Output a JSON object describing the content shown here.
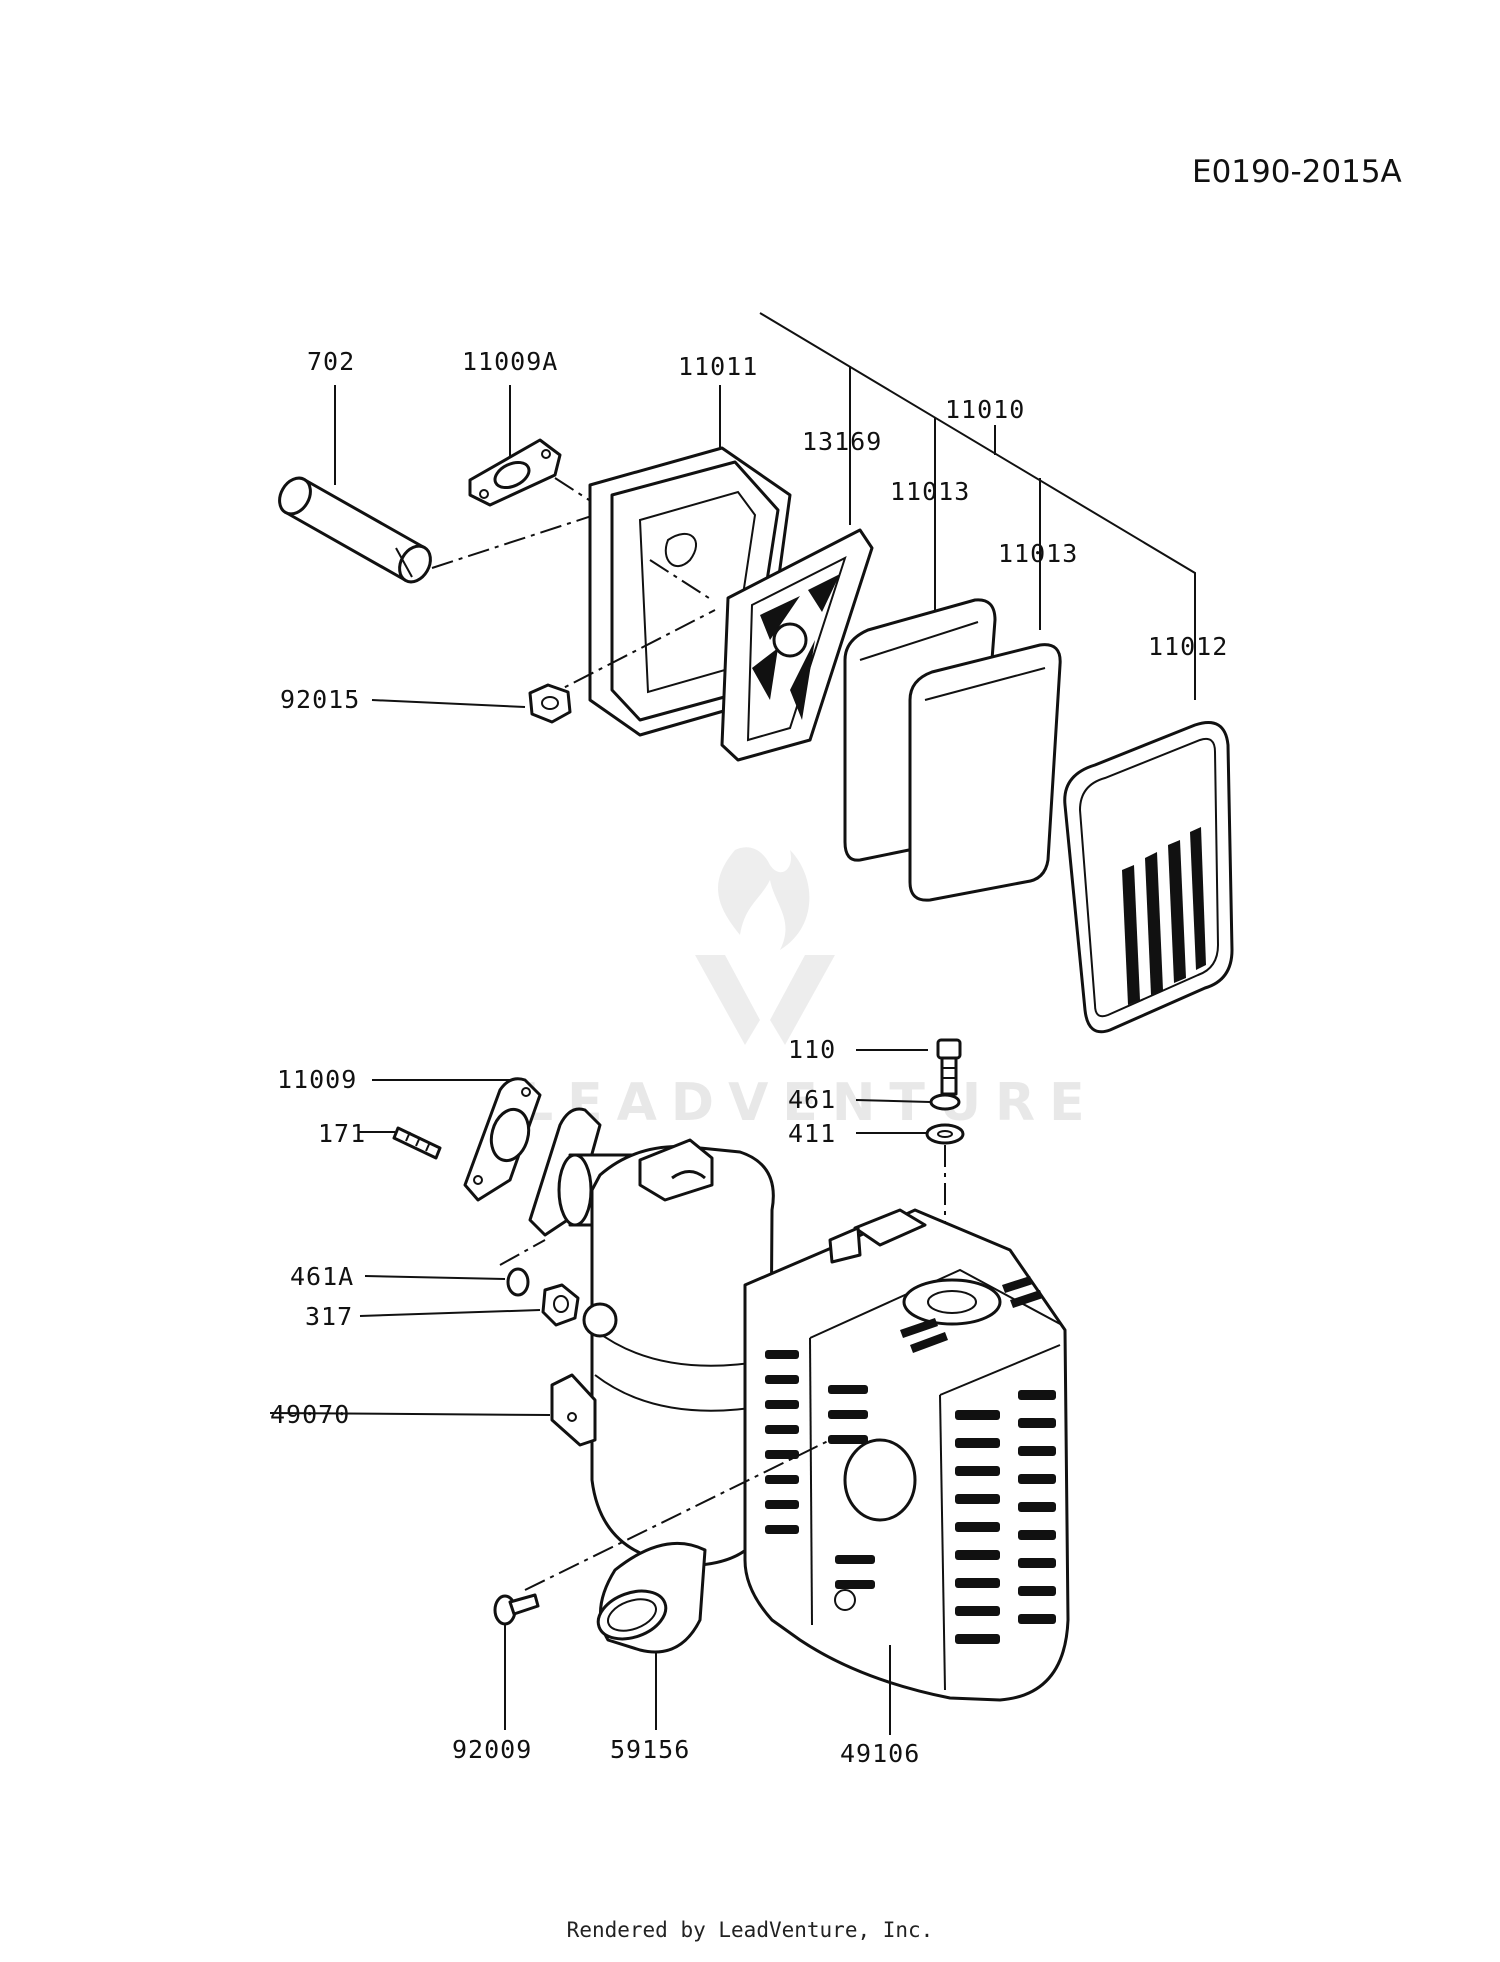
{
  "diagram_code": "E0190-2015A",
  "footer": "Rendered by LeadVenture, Inc.",
  "watermark": "LEADVENTURE",
  "parts": {
    "p702": "702",
    "p11009A": "11009A",
    "p11011": "11011",
    "p13169": "13169",
    "p11010": "11010",
    "p11013a": "11013",
    "p11013b": "11013",
    "p11012": "11012",
    "p92015": "92015",
    "p110": "110",
    "p461": "461",
    "p411": "411",
    "p11009": "11009",
    "p171": "171",
    "p461A": "461A",
    "p317": "317",
    "p49070": "49070",
    "p92009": "92009",
    "p59156": "59156",
    "p49106": "49106"
  }
}
